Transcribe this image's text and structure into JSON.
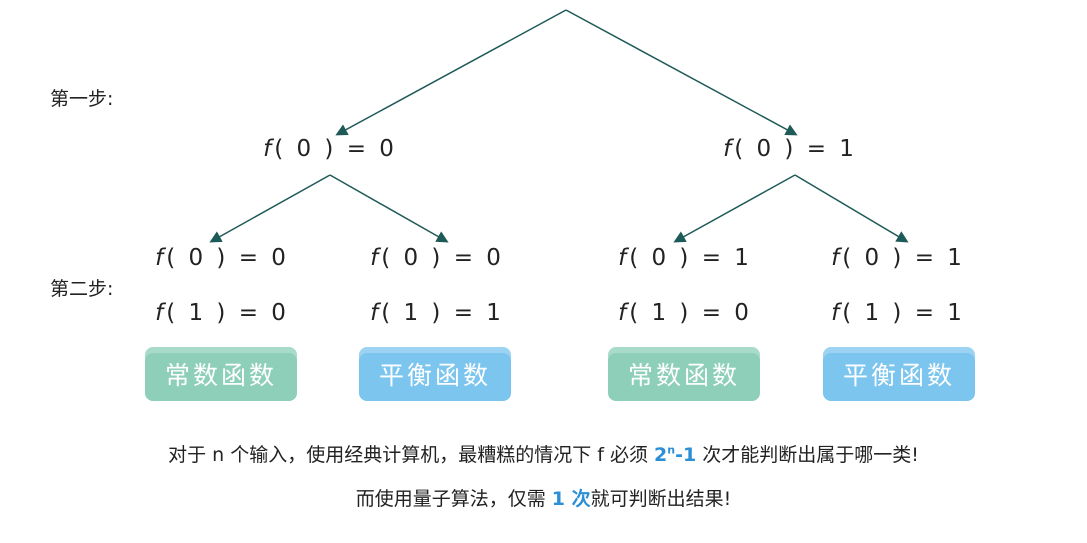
{
  "steps": {
    "step1": "第一步:",
    "step2": "第二步:"
  },
  "level1": [
    {
      "fn": "f",
      "expr": "( 0 ) = 0"
    },
    {
      "fn": "f",
      "expr": "( 0 ) = 1"
    }
  ],
  "level2": [
    {
      "line1": "( 0 ) = 0",
      "line2": "( 1 ) = 0",
      "fn": "f",
      "category": "常数函数",
      "color": "#8dcfb8"
    },
    {
      "line1": "( 0 ) = 0",
      "line2": "( 1 ) = 1",
      "fn": "f",
      "category": "平衡函数",
      "color": "#7cc5ee"
    },
    {
      "line1": "( 0 ) = 1",
      "line2": "( 1 ) = 0",
      "fn": "f",
      "category": "常数函数",
      "color": "#8dcfb8"
    },
    {
      "line1": "( 0 ) = 1",
      "line2": "( 1 ) = 1",
      "fn": "f",
      "category": "平衡函数",
      "color": "#7cc5ee"
    }
  ],
  "notes": {
    "line1_pre": "对于 n 个输入，使用经典计算机，最糟糕的情况下 f 必须 ",
    "line1_base": "2",
    "line1_exp": "n",
    "line1_tail": "-1",
    "line1_post": " 次才能判断出属于哪一类!",
    "line2_pre": "而使用量子算法，仅需 ",
    "line2_hl": "1 次",
    "line2_post": "就可判断出结果!"
  },
  "colors": {
    "arrow": "#1e5a57",
    "highlight": "#2a8fd6"
  }
}
